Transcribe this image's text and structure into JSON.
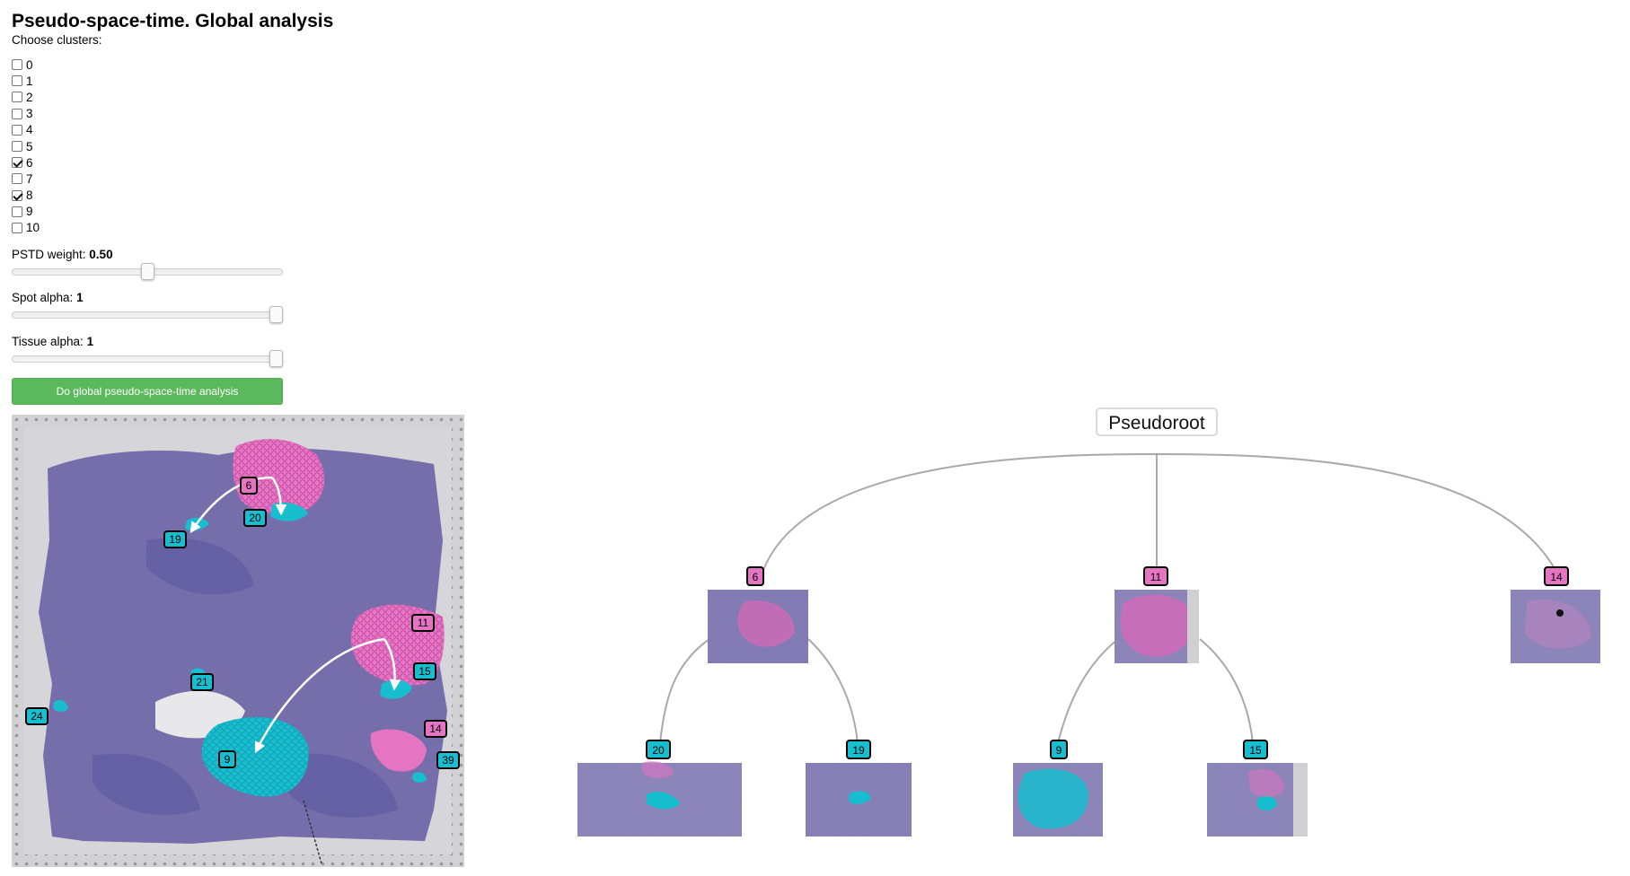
{
  "header": {
    "title": "Pseudo-space-time. Global analysis",
    "subtitle": "Choose clusters:"
  },
  "clusters": [
    {
      "label": "0",
      "checked": false
    },
    {
      "label": "1",
      "checked": false
    },
    {
      "label": "2",
      "checked": false
    },
    {
      "label": "3",
      "checked": false
    },
    {
      "label": "4",
      "checked": false
    },
    {
      "label": "5",
      "checked": false
    },
    {
      "label": "6",
      "checked": true
    },
    {
      "label": "7",
      "checked": false
    },
    {
      "label": "8",
      "checked": true
    },
    {
      "label": "9",
      "checked": false
    },
    {
      "label": "10",
      "checked": false
    }
  ],
  "controls": {
    "pstd_weight": {
      "label": "PSTD weight:",
      "value": "0.50",
      "fraction": 0.5
    },
    "spot_alpha": {
      "label": "Spot alpha:",
      "value": "1",
      "fraction": 1.0
    },
    "tissue_alpha": {
      "label": "Tissue alpha:",
      "value": "1",
      "fraction": 1.0
    }
  },
  "run_button": {
    "label": "Do global pseudo-space-time analysis"
  },
  "tissue_map": {
    "labels": [
      {
        "text": "6",
        "color": "#e574c3"
      },
      {
        "text": "20",
        "color": "#17becf"
      },
      {
        "text": "19",
        "color": "#17becf"
      },
      {
        "text": "11",
        "color": "#e574c3"
      },
      {
        "text": "15",
        "color": "#17becf"
      },
      {
        "text": "21",
        "color": "#17becf"
      },
      {
        "text": "24",
        "color": "#17becf"
      },
      {
        "text": "14",
        "color": "#e574c3"
      },
      {
        "text": "9",
        "color": "#17becf"
      },
      {
        "text": "39",
        "color": "#17becf"
      }
    ]
  },
  "tree": {
    "root_label": "Pseudoroot",
    "level1": [
      {
        "label": "6",
        "color": "#e574c3"
      },
      {
        "label": "11",
        "color": "#e574c3"
      },
      {
        "label": "14",
        "color": "#e574c3"
      }
    ],
    "level2": [
      {
        "label": "20",
        "color": "#17becf",
        "parent": "6"
      },
      {
        "label": "19",
        "color": "#17becf",
        "parent": "6"
      },
      {
        "label": "9",
        "color": "#17becf",
        "parent": "11"
      },
      {
        "label": "15",
        "color": "#17becf",
        "parent": "11"
      }
    ]
  },
  "colors": {
    "pink_cluster": "#e574c3",
    "cyan_cluster": "#17becf",
    "tissue_stain": "#6f6aa8",
    "button_green": "#5cb85c"
  }
}
